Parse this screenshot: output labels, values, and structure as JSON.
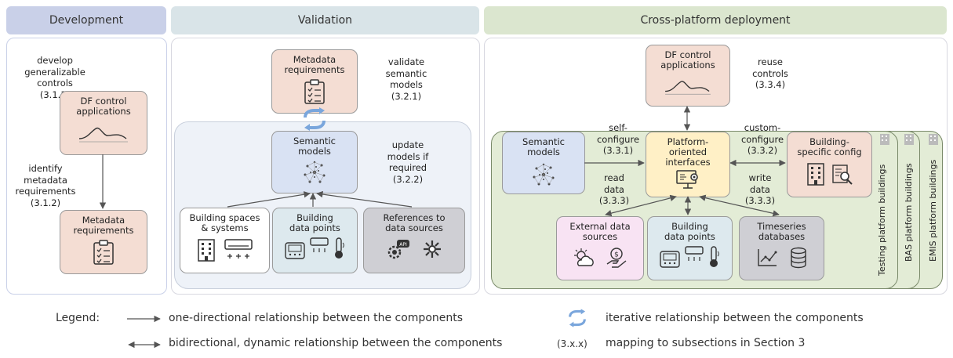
{
  "headers": {
    "development": "Development",
    "validation": "Validation",
    "deployment": "Cross-platform deployment"
  },
  "colors": {
    "header_development": "#c9d0e8",
    "header_validation": "#d9e4e8",
    "header_deployment": "#dbe6cf",
    "box_peach": "#f4ddd3",
    "box_blue": "#d9e2f3",
    "box_yellow": "#fff0c6",
    "box_gray": "#cfcfd4",
    "box_pink": "#f8e3f3",
    "box_teal": "#dde9ee",
    "green_region": "#e3ecd6",
    "blue_region": "#eef2f8"
  },
  "development": {
    "note1": [
      "develop",
      "generalizable",
      "controls",
      "(3.1.1)"
    ],
    "df_box": [
      "DF control",
      "applications"
    ],
    "note2": [
      "identify",
      "metadata",
      "requirements",
      "(3.1.2)"
    ],
    "meta_box": [
      "Metadata",
      "requirements"
    ]
  },
  "validation": {
    "meta_box": [
      "Metadata",
      "requirements"
    ],
    "note1": [
      "validate",
      "semantic",
      "models",
      "(3.2.1)"
    ],
    "semantic_box": [
      "Semantic",
      "models"
    ],
    "note2": [
      "update",
      "models if",
      "required",
      "(3.2.2)"
    ],
    "spaces_box": [
      "Building spaces",
      "& systems"
    ],
    "points_box": [
      "Building",
      "data points"
    ],
    "refs_box": [
      "References to",
      "data sources"
    ]
  },
  "deployment": {
    "df_box": [
      "DF control",
      "applications"
    ],
    "note_reuse": [
      "reuse",
      "controls",
      "(3.3.4)"
    ],
    "semantic_box": [
      "Semantic",
      "models"
    ],
    "self_config": [
      "self-",
      "configure",
      "(3.3.1)"
    ],
    "read_data": [
      "read",
      "data",
      "(3.3.3)"
    ],
    "platform_box": [
      "Platform-",
      "oriented",
      "interfaces"
    ],
    "custom_config": [
      "custom-",
      "configure",
      "(3.3.2)"
    ],
    "write_data": [
      "write",
      "data",
      "(3.3.3)"
    ],
    "specific_box": [
      "Building-",
      "specific config"
    ],
    "external_box": [
      "External data",
      "sources"
    ],
    "points_box": [
      "Building",
      "data points"
    ],
    "timeseries_box": [
      "Timeseries",
      "databases"
    ],
    "layer_testing": "Testing platform buildings",
    "layer_bas": "BAS platform buildings",
    "layer_emis": "EMIS platform buildings"
  },
  "legend": {
    "title": "Legend:",
    "one_dir": "one-directional relationship between the components",
    "bi_dir": "bidirectional, dynamic relationship between the components",
    "iterative": "iterative relationship between the components",
    "mapping_key": "(3.x.x)",
    "mapping": "mapping to subsections in Section 3"
  },
  "icons": [
    "line-chart-icon",
    "clipboard-icon",
    "network-icon",
    "building-icon",
    "air-conditioner-icon",
    "thermostat-icon",
    "thermometer-icon",
    "api-icon",
    "gear-icon",
    "monitor-gear-icon",
    "weather-icon",
    "money-hand-icon",
    "trend-chart-icon",
    "database-icon",
    "building-search-icon",
    "cycle-arrows-icon"
  ]
}
